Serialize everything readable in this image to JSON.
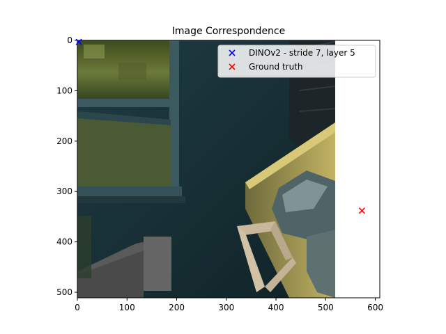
{
  "chart_data": {
    "type": "scatter",
    "title": "Image Correspondence",
    "xlabel": "",
    "ylabel": "",
    "xlim": [
      0,
      609
    ],
    "ylim": [
      511,
      0
    ],
    "y_inverted": true,
    "grid": false,
    "legend_position": "top-right",
    "x_ticks": [
      0,
      100,
      200,
      300,
      400,
      500,
      600
    ],
    "y_ticks": [
      0,
      100,
      200,
      300,
      400,
      500
    ],
    "background_image": {
      "x_extent": [
        0,
        511
      ],
      "y_extent": [
        0,
        511
      ],
      "description_icon": "game-screenshot-image"
    },
    "series": [
      {
        "name": "DINOv2 - stride 7, layer 5",
        "marker": "x",
        "color": "#0000ff",
        "points": [
          {
            "x": 3,
            "y": 3
          }
        ]
      },
      {
        "name": "Ground truth",
        "marker": "x",
        "color": "#ff0000",
        "points": [
          {
            "x": 573,
            "y": 338
          }
        ]
      }
    ]
  }
}
